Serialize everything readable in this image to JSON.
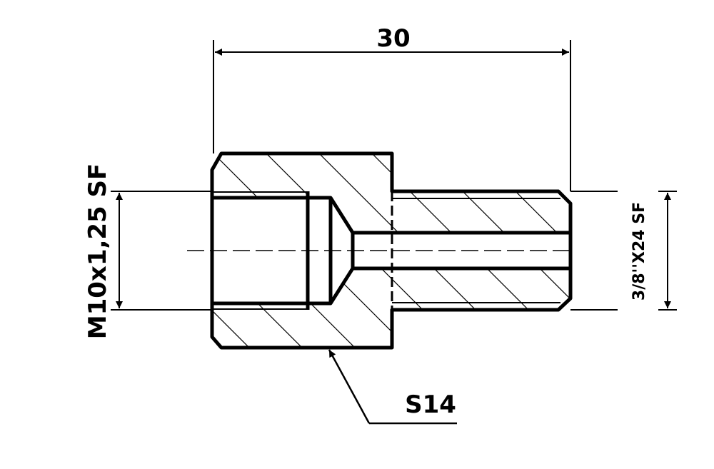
{
  "drawing": {
    "overall_length": "30",
    "left_thread": "M10x1,25 SF",
    "right_thread": "3/8''X24 SF",
    "wrench_size": "S14"
  },
  "colors": {
    "line": "#000000",
    "background": "#ffffff"
  }
}
